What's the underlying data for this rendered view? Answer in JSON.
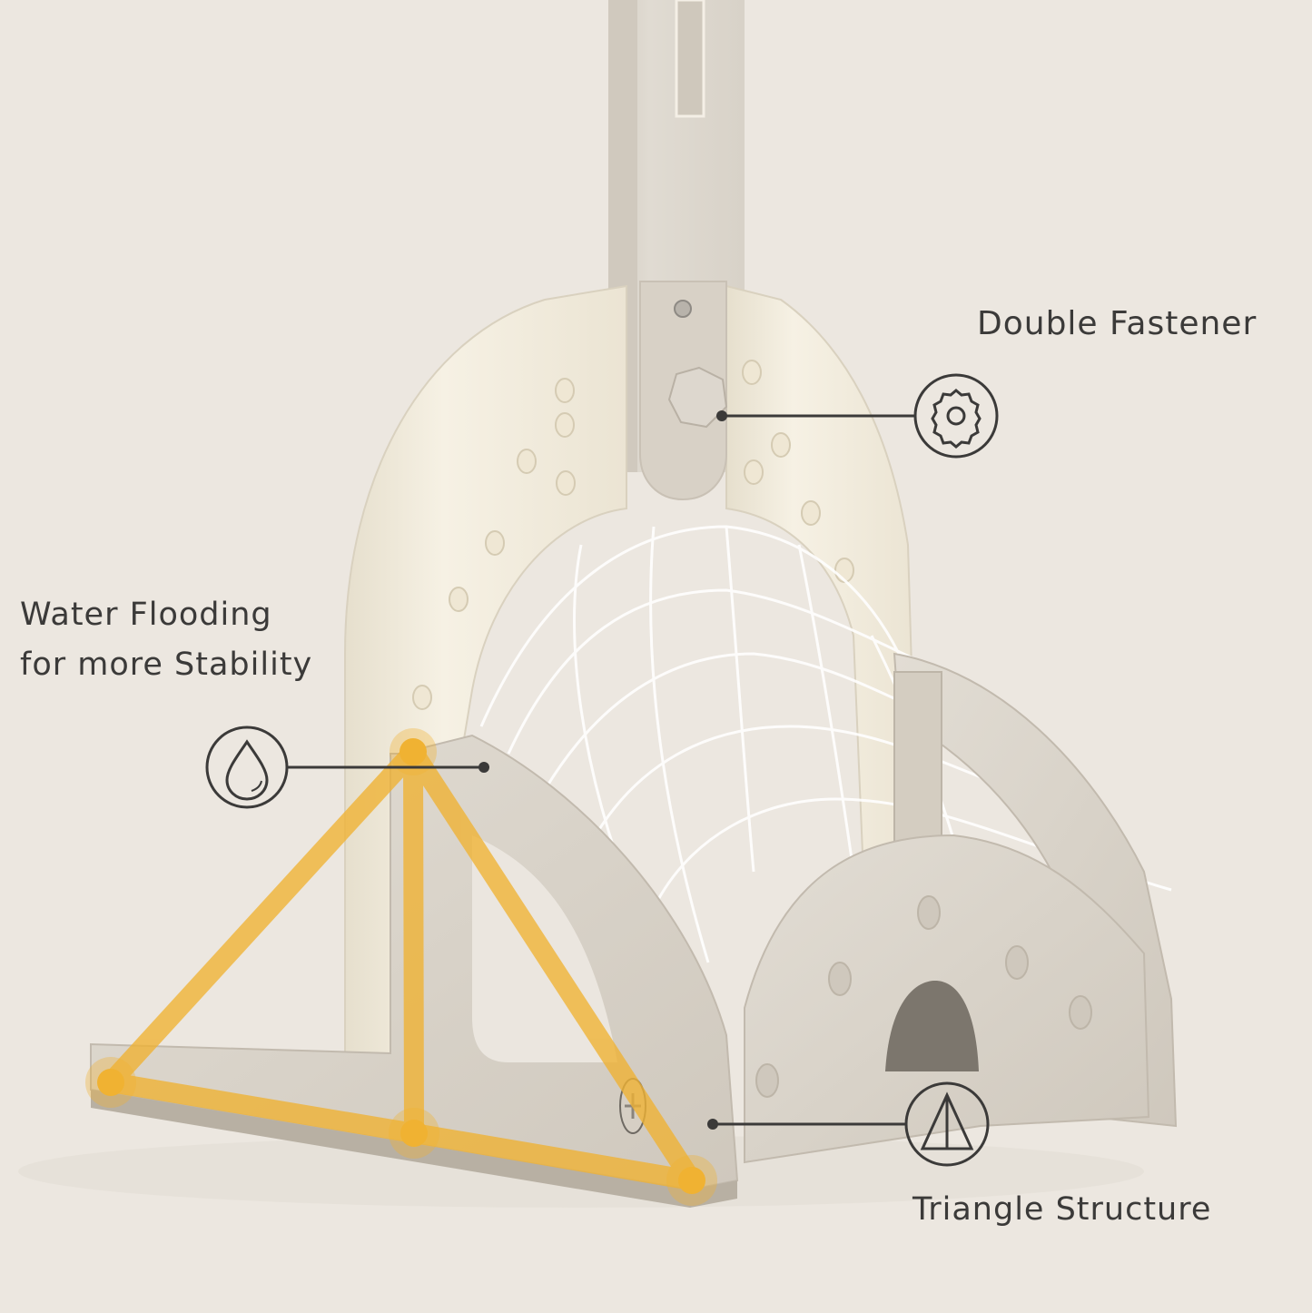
{
  "features": [
    {
      "id": "double-fastener",
      "title": "Double Fastener",
      "icon": "gear-icon"
    },
    {
      "id": "water-flooding",
      "title_lines": [
        "Water Flooding",
        "for more Stability"
      ],
      "icon": "water-drop-icon"
    },
    {
      "id": "triangle-structure",
      "title": "Triangle Structure",
      "icon": "triangle-icon"
    }
  ],
  "colors": {
    "background": "#ece7e0",
    "text": "#3b3a39",
    "highlight": "#f0b232",
    "product_cream": "#f1ebdc",
    "product_grey": "#d8d2c8"
  }
}
